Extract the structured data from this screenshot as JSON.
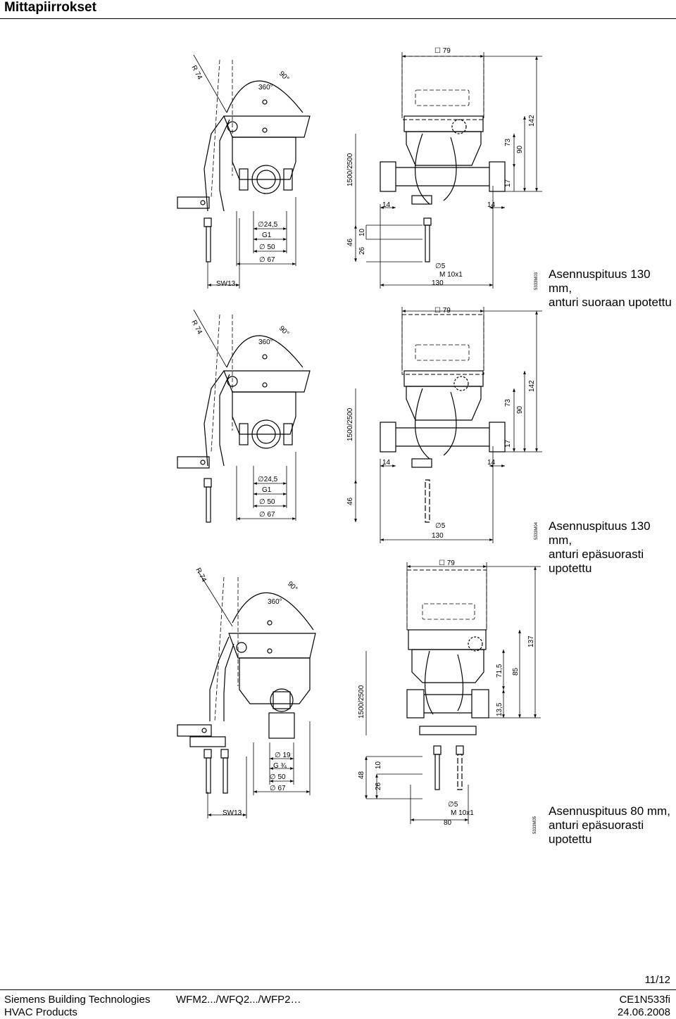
{
  "page_title": "Mittapiirrokset",
  "drawings": [
    {
      "caption_line1": "Asennuspituus 130 mm,",
      "caption_line2": "anturi suoraan upotettu",
      "code": "5333M03",
      "dims": {
        "radius": "R 74",
        "rot360": "360°",
        "rot90": "90°",
        "d245": "∅24,5",
        "g1": "G1",
        "d50": "∅ 50",
        "d67": "∅ 67",
        "sw13": "SW13",
        "sq79": "☐ 79",
        "cable": "1500/2500",
        "h46": "46",
        "h26": "26",
        "h10": "10",
        "w14a": "14",
        "w14b": "14",
        "d5": "∅5",
        "m10": "M 10x1",
        "l130": "130",
        "h17": "17",
        "h73": "73",
        "h90": "90",
        "h142": "142"
      }
    },
    {
      "caption_line1": "Asennuspituus 130 mm,",
      "caption_line2": "anturi epäsuorasti upotettu",
      "code": "5333M04",
      "dims": {
        "radius": "R 74",
        "rot360": "360°",
        "rot90": "90°",
        "d245": "∅24,5",
        "g1": "G1",
        "d50": "∅ 50",
        "d67": "∅ 67",
        "sq79": "☐ 79",
        "cable": "1500/2500",
        "h46": "46",
        "w14a": "14",
        "w14b": "14",
        "d5": "∅5",
        "l130": "130",
        "h17": "17",
        "h73": "73",
        "h90": "90",
        "h142": "142"
      }
    },
    {
      "caption_line1": "Asennuspituus 80 mm,",
      "caption_line2": "anturi epäsuorasti upotettu",
      "code": "5333M05",
      "dims": {
        "radius": "R 74",
        "rot360": "360°",
        "rot90": "90°",
        "d19": "∅ 19",
        "g34": "G ¾",
        "d50": "∅ 50",
        "d67": "∅ 67",
        "sw13": "SW13",
        "sq79": "☐ 79",
        "cable": "1500/2500",
        "h48": "48",
        "h26": "26",
        "h10": "10",
        "d5": "∅5",
        "m10": "M 10x1",
        "l80": "80",
        "h135": "13,5",
        "h715": "71,5",
        "h85": "85",
        "h137": "137"
      }
    }
  ],
  "footer": {
    "page_number": "11/12",
    "company": "Siemens Building Technologies",
    "division": "HVAC Products",
    "products": "WFM2.../WFQ2.../WFP2…",
    "doc_id": "CE1N533fi",
    "date": "24.06.2008"
  }
}
